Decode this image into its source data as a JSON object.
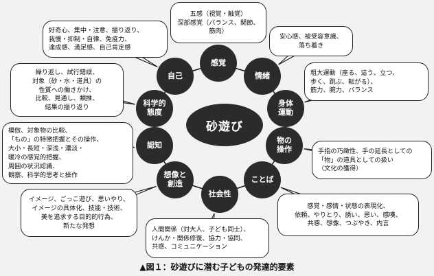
{
  "center": "砂遊び",
  "nodes": [
    {
      "id": "kankaku",
      "lines": [
        "感覚"
      ]
    },
    {
      "id": "jocho",
      "lines": [
        "情緒"
      ]
    },
    {
      "id": "shintai",
      "lines": [
        "身体",
        "運動"
      ]
    },
    {
      "id": "mono",
      "lines": [
        "物の",
        "操作"
      ]
    },
    {
      "id": "kotoba",
      "lines": [
        "ことば"
      ]
    },
    {
      "id": "shakai",
      "lines": [
        "社会性"
      ]
    },
    {
      "id": "sozo",
      "lines": [
        "想像と",
        "創造"
      ]
    },
    {
      "id": "ninchi",
      "lines": [
        "認知"
      ]
    },
    {
      "id": "kagaku",
      "lines": [
        "科学的",
        "態度"
      ]
    },
    {
      "id": "jiko",
      "lines": [
        "自己"
      ]
    }
  ],
  "callouts": [
    {
      "id": "kankaku",
      "lines": [
        "五感（視覚・触覚）",
        "深部感覚（バランス、関節、",
        "筋肉）"
      ]
    },
    {
      "id": "jocho",
      "lines": [
        "安心感、被受容意識、",
        "落ち着き"
      ]
    },
    {
      "id": "shintai",
      "lines": [
        "粗大運動（座る、這う、立つ、",
        "歩く、跳ぶ、転がる）、",
        "筋力、腕力、バランス"
      ]
    },
    {
      "id": "mono",
      "lines": [
        "手指の巧緻性、手の延長としての",
        "「物」の道具としての扱い",
        "（文化の獲得）"
      ]
    },
    {
      "id": "kotoba",
      "lines": [
        "感覚・感情・状態の表現化、",
        "依頼、やりとり、誘い、思い、感嘆、",
        "共感、想像、つぶやき、内言"
      ]
    },
    {
      "id": "shakai",
      "lines": [
        "人間関係（対大人、子ども同士）、",
        "けんか・関係修復、協力・協同、",
        "共感、コミュニケーション"
      ]
    },
    {
      "id": "sozo",
      "lines": [
        "イメージ、ごっこ遊び、思いやり、",
        "イメージの具体化、技能・技術、",
        "美を追求する目的的行為、",
        "新たな発想"
      ]
    },
    {
      "id": "ninchi",
      "lines": [
        "模倣、対象物の比較、",
        "「もの」の特徴把握とその操作、",
        "大小・長短・深浅・濃淡・",
        "暖冷の感覚的把握、",
        "周囲の状況認識、",
        "観察、科学的思考と操作"
      ]
    },
    {
      "id": "kagaku",
      "lines": [
        "繰り返し、試行錯誤、",
        "対象（砂・水・道具）の",
        "性質への働きかけ、",
        "比較、見通し、類推、",
        "結果の振り返り"
      ]
    },
    {
      "id": "jiko",
      "lines": [
        "好奇心、集中・注意、振り返り、",
        "我慢・抑制・自律、免疫力、",
        "達成感、満足感、自己肯定感"
      ]
    }
  ],
  "caption": "▲図１：砂遊びに潜む子どもの発達的要素",
  "colors": {
    "node_fill": "#2b2b2b",
    "line": "#111111",
    "box_bg": "#ffffff",
    "page_bg": "#f2f2f0"
  }
}
